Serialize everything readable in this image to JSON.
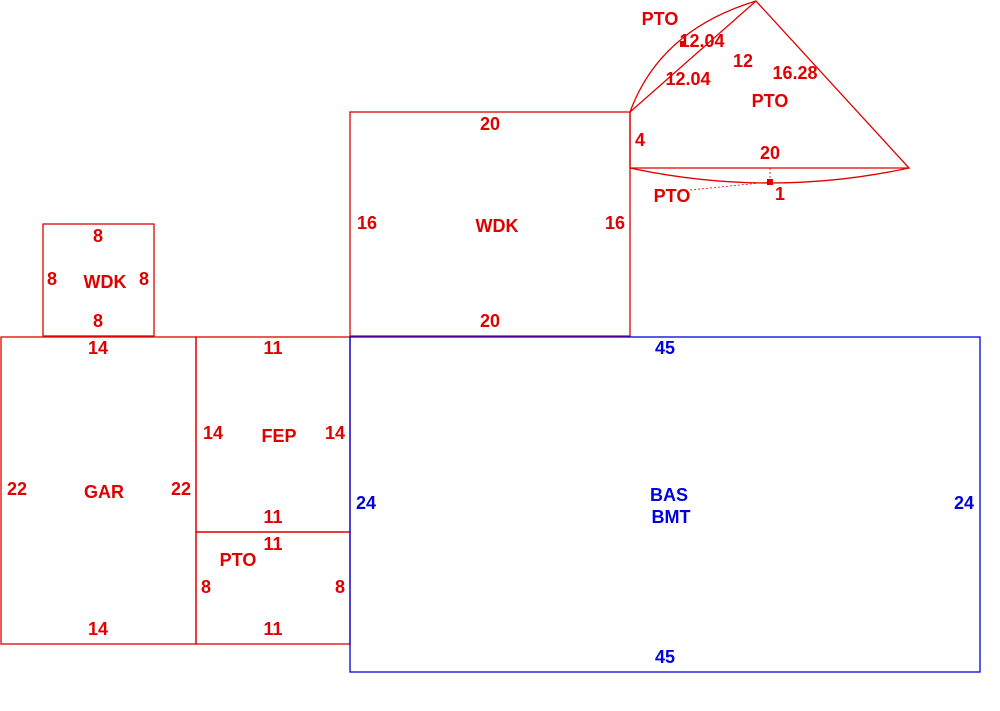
{
  "colors": {
    "outbuilding": "#e00000",
    "main": "#0000e0"
  },
  "areas": {
    "wdk_small": {
      "name": "WDK",
      "top": "8",
      "left": "8",
      "right": "8",
      "bottom": "8"
    },
    "gar": {
      "name": "GAR",
      "top": "14",
      "left": "22",
      "right": "22",
      "bottom": "14"
    },
    "fep": {
      "name": "FEP",
      "top": "11",
      "left": "14",
      "right": "14",
      "bottom": "11"
    },
    "pto_lower": {
      "name": "PTO",
      "top": "11",
      "left": "8",
      "right": "8",
      "bottom": "11"
    },
    "wdk_large": {
      "name": "WDK",
      "top": "20",
      "left": "16",
      "right": "16",
      "bottom": "20"
    },
    "bas": {
      "name1": "BAS",
      "name2": "BMT",
      "top": "45",
      "left": "24",
      "right": "24",
      "bottom": "45"
    },
    "pto_triangle": {
      "name": "PTO",
      "left": "4",
      "base": "20",
      "hyp": "16.28"
    },
    "pto_arc_bottom": {
      "name": "PTO",
      "height": "1"
    },
    "pto_arc_top": {
      "name": "PTO",
      "chord1": "12.04",
      "height": "12",
      "chord2": "12.04"
    }
  }
}
